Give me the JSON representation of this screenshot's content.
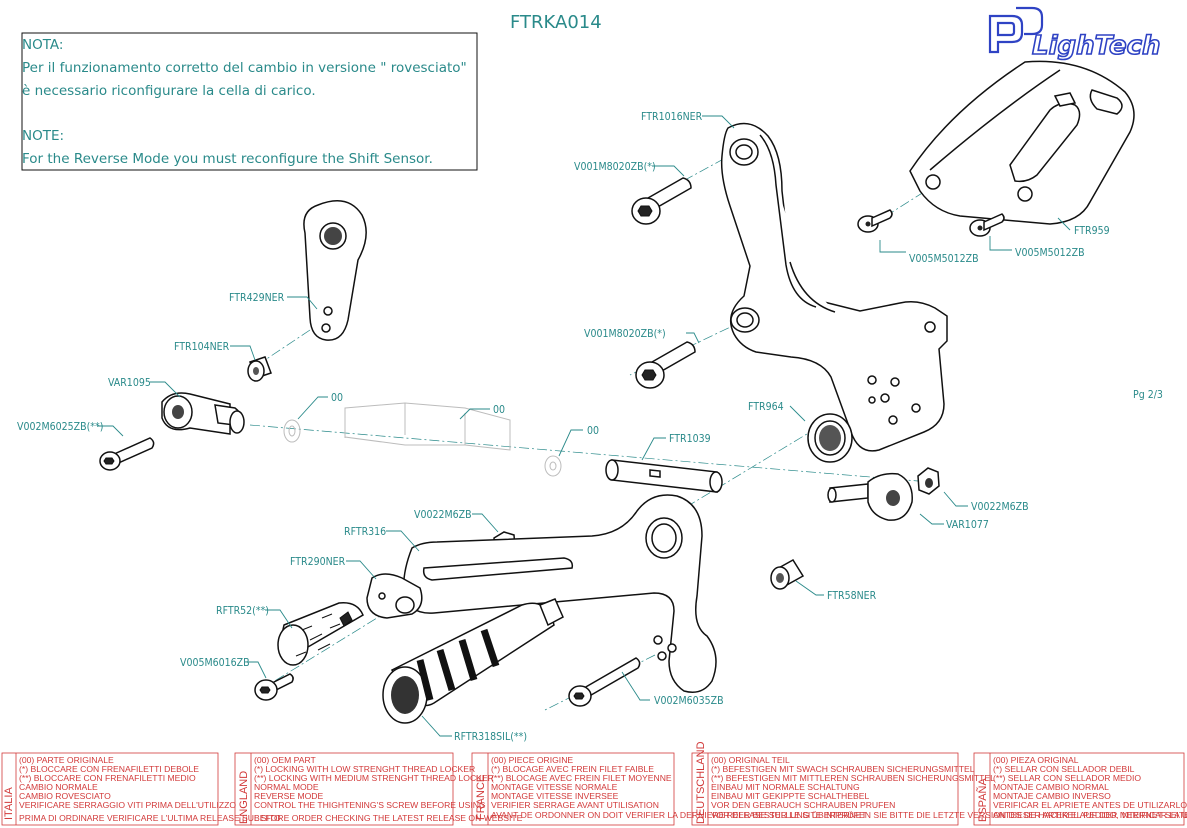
{
  "title": "FTRKA014",
  "page": "Pg 2/3",
  "logo": "LighTech",
  "note": {
    "heading_it": "NOTA:",
    "line_it_1": "Per il funzionamento corretto del cambio in versione \" rovesciato\"",
    "line_it_2": "è necessario riconfigurare la cella di carico.",
    "heading_en": "NOTE:",
    "line_en_1": "For the Reverse Mode you must reconfigure the Shift Sensor."
  },
  "labels": {
    "ftr1016ner": "FTR1016NER",
    "v001m8020zb_top": "V001M8020ZB(*)",
    "v005m5012zb_a": "V005M5012ZB",
    "v005m5012zb_b": "V005M5012ZB",
    "ftr959": "FTR959",
    "ftr429ner": "FTR429NER",
    "ftr104ner": "FTR104NER",
    "var1095": "VAR1095",
    "v002m6025zb": "V002M6025ZB(**)",
    "ghost_00_a": "00",
    "ghost_00_b": "00",
    "ghost_00_c": "00",
    "v001m8020zb_mid": "V001M8020ZB(*)",
    "ftr964": "FTR964",
    "ftr1039": "FTR1039",
    "v0022m6zb_right": "V0022M6ZB",
    "var1077": "VAR1077",
    "v0022m6zb_left": "V0022M6ZB",
    "rftr316": "RFTR316",
    "ftr290ner": "FTR290NER",
    "rftr52": "RFTR52(**)",
    "v005m6016zb": "V005M6016ZB",
    "ftr58ner": "FTR58NER",
    "v002m6035zb": "V002M6035ZB",
    "rftr318sil": "RFTR318SIL(**)"
  },
  "legend": [
    {
      "country": "ITALIA",
      "lines": [
        "(00) PARTE ORIGINALE",
        "(*)   BLOCCARE CON FRENAFILETTI DEBOLE",
        "(**)  BLOCCARE CON FRENAFILETTI MEDIO",
        "CAMBIO NORMALE",
        "CAMBIO ROVESCIATO",
        "VERIFICARE SERRAGGIO VITI PRIMA DELL'UTILIZZO"
      ],
      "footer": "PRIMA DI ORDINARE VERIFICARE L'ULTIMA RELEASE SUL SITO"
    },
    {
      "country": "ENGLAND",
      "lines": [
        "(00) OEM PART",
        "(*)   LOCKING WITH LOW STRENGHT THREAD LOCKER",
        "(**)  LOCKING WITH MEDIUM STRENGHT THREAD LOCKER",
        "NORMAL MODE",
        "REVERSE MODE",
        "CONTROL THE THIGHTENING'S SCREW BEFORE USING"
      ],
      "footer": "BEFORE ORDER CHECKING THE LATEST RELEASE ON WEBSITE"
    },
    {
      "country": "FRANCE",
      "lines": [
        "(00) PIECE ORIGINE",
        "(*)   BLOCAGE AVEC FREIN FILET FAIBLE",
        "(**)  BLOCAGE AVEC FREIN FILET MOYENNE",
        "MONTAGE VITESSE NORMALE",
        "MONTAGE VITESSE INVERSEE",
        "VERIFIER SERRAGE AVANT UTILISATION"
      ],
      "footer": "AVANT DE ORDONNER ON DOIT VERIFIER LA DERNIERE RELEASE SUR LE SITE INTERNET"
    },
    {
      "country": "DEUTSCHLAND",
      "lines": [
        "(00) ORIGINAL TEIL",
        "(*)   BEFESTIGEN MIT SWACH SCHRAUBEN SICHERUNGSMITTEL",
        "(**)  BEFESTIGEN MIT MITTLEREN SCHRAUBEN SICHERUNGSMITTEL",
        "EINBAU MIT NORMALE SCHALTUNG",
        "EINBAU MIT GEKIPPTE SCHALTHEBEL",
        "VOR DEN GEBRAUCH SCHRAUBEN PRUFEN"
      ],
      "footer": "VOR DER BESTELLUNG ÜBERPRÜFEN SIE BITTE DIE LETZTE VERSION DIESER ARTIKEL AUF DER INTERNET SEITE VON LIGHTECH"
    },
    {
      "country": "ESPAÑA",
      "lines": [
        "(00) PIEZA ORIGINAL",
        "(*)   SELLAR CON SELLADOR DEBIL",
        "(**)  SELLAR CON SELLADOR MEDIO",
        "MONTAJE  CAMBIO NORMAL",
        "MONTAJE CAMBIO INVERSO",
        "VERIFICAR EL APRIETE ANTES DE UTILIZARLO"
      ],
      "footer": "ANTES DE HACER EL PEDIDO, VERIFICAR LA ULTIMA VERSION EN LA WEB LIGHTECH"
    }
  ],
  "colors": {
    "accent": "#2a8a8a",
    "legend": "#d23a3a",
    "logo": "#2f43c4"
  }
}
